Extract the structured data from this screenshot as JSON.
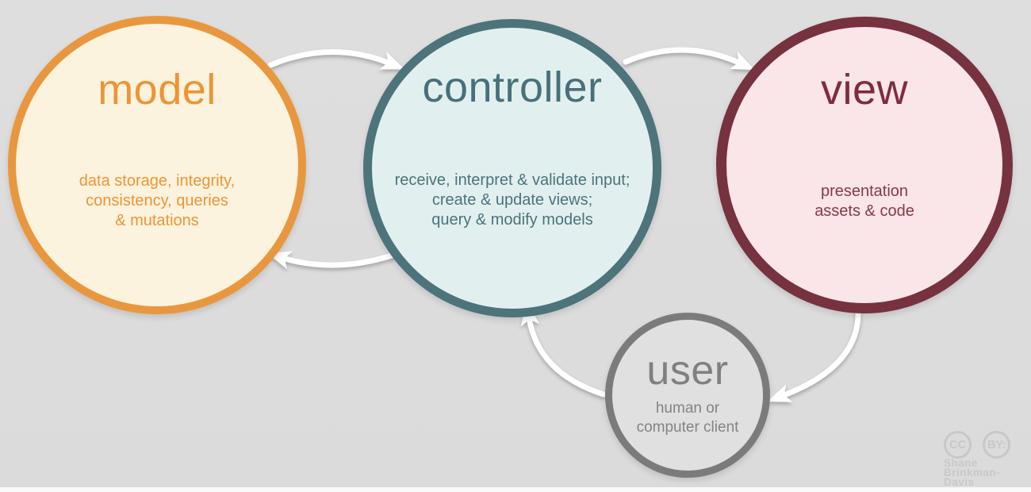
{
  "background_color": "#DDDDDD",
  "nodes": {
    "model": {
      "title": "model",
      "description": "data storage, integrity,\nconsistency, queries\n& mutations",
      "border_color": "#E9973E",
      "fill_color": "#FCF3DE",
      "text_color": "#EE9434"
    },
    "controller": {
      "title": "controller",
      "description": "receive, interpret & validate input;\ncreate & update views;\nquery & modify models",
      "border_color": "#4D737B",
      "fill_color": "#E1F0EE",
      "text_color": "#47707B"
    },
    "view": {
      "title": "view",
      "description": "presentation\nassets & code",
      "border_color": "#76323E",
      "fill_color": "#FAE5E8",
      "text_color": "#7E2C3E"
    },
    "user": {
      "title": "user",
      "description": "human or\ncomputer client",
      "border_color": "#7B7B7B",
      "fill_color": "#E0E0E0",
      "text_color": "#808080"
    }
  },
  "arrows": {
    "color": "#FFFFFF",
    "connections": [
      {
        "from": "model",
        "to": "controller"
      },
      {
        "from": "controller",
        "to": "view"
      },
      {
        "from": "controller",
        "to": "model"
      },
      {
        "from": "view",
        "to": "user"
      },
      {
        "from": "user",
        "to": "controller"
      }
    ]
  },
  "attribution": {
    "cc_label": "CC",
    "by_label": "BY:",
    "author_line1": "Shane",
    "author_line2": "Brinkman-Davis",
    "color": "#C7C8C8"
  }
}
